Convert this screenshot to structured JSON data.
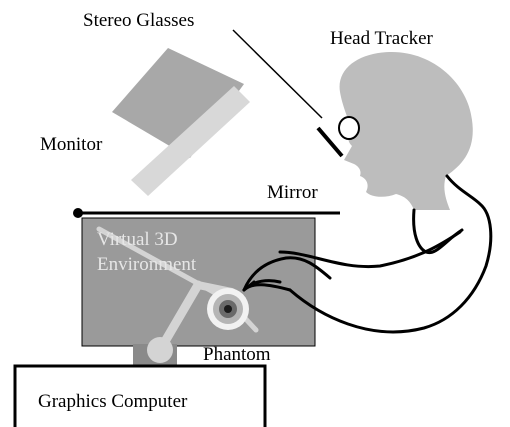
{
  "labels": {
    "stereo_glasses": "Stereo Glasses",
    "head_tracker": "Head Tracker",
    "monitor": "Monitor",
    "mirror": "Mirror",
    "virtual_line1": "Virtual 3D",
    "virtual_line2": "Environment",
    "phantom": "Phantom",
    "graphics_computer": "Graphics Computer"
  },
  "colors": {
    "monitor_body": "#a8a8a8",
    "monitor_screen": "#d8d8d8",
    "environment_box": "#9a9a9a",
    "environment_text": "#e6e6e6",
    "head": "#bdbdbd",
    "phantom_arm": "#d4d4d4",
    "outline": "#000000"
  }
}
